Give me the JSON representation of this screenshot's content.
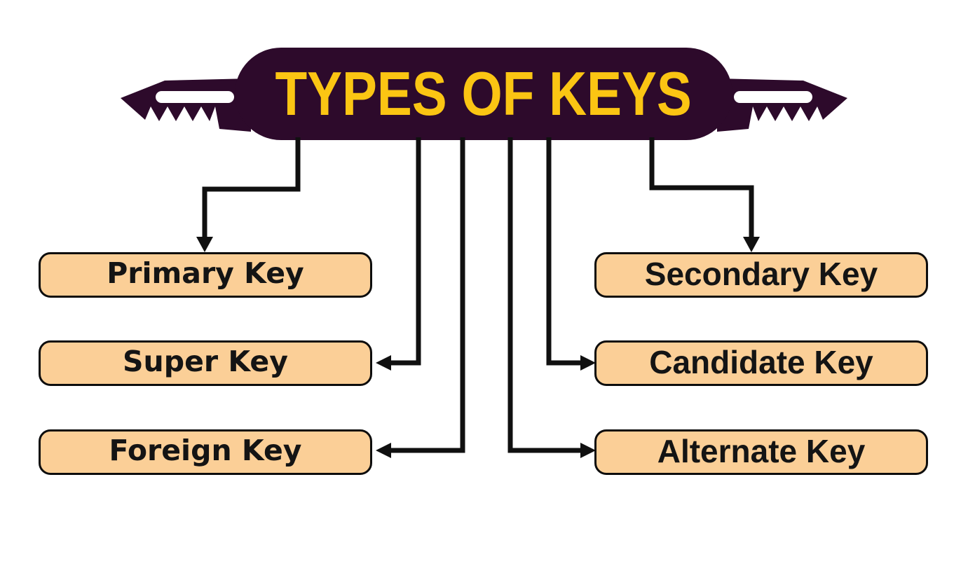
{
  "header": {
    "title": "TYPES OF KEYS"
  },
  "colors": {
    "key_dark": "#2D0A2B",
    "title_yellow": "#FBC513",
    "box_fill": "#FBCF97",
    "box_border": "#0D0D0D",
    "line": "#101010",
    "label_text": "#141414",
    "background": "#FFFFFF"
  },
  "nodes": [
    {
      "label": "Primary Key",
      "column": "left"
    },
    {
      "label": "Super Key",
      "column": "left"
    },
    {
      "label": "Foreign Key",
      "column": "left"
    },
    {
      "label": "Secondary Key",
      "column": "right"
    },
    {
      "label": "Candidate Key",
      "column": "right"
    },
    {
      "label": "Alternate Key",
      "column": "right"
    }
  ],
  "edges": [
    {
      "from": "TYPES OF KEYS",
      "to": "Primary Key",
      "arrow_into": "top"
    },
    {
      "from": "TYPES OF KEYS",
      "to": "Super Key",
      "arrow_into": "right"
    },
    {
      "from": "TYPES OF KEYS",
      "to": "Foreign Key",
      "arrow_into": "right"
    },
    {
      "from": "TYPES OF KEYS",
      "to": "Alternate Key",
      "arrow_into": "left"
    },
    {
      "from": "TYPES OF KEYS",
      "to": "Candidate Key",
      "arrow_into": "left"
    },
    {
      "from": "TYPES OF KEYS",
      "to": "Secondary Key",
      "arrow_into": "top"
    }
  ]
}
